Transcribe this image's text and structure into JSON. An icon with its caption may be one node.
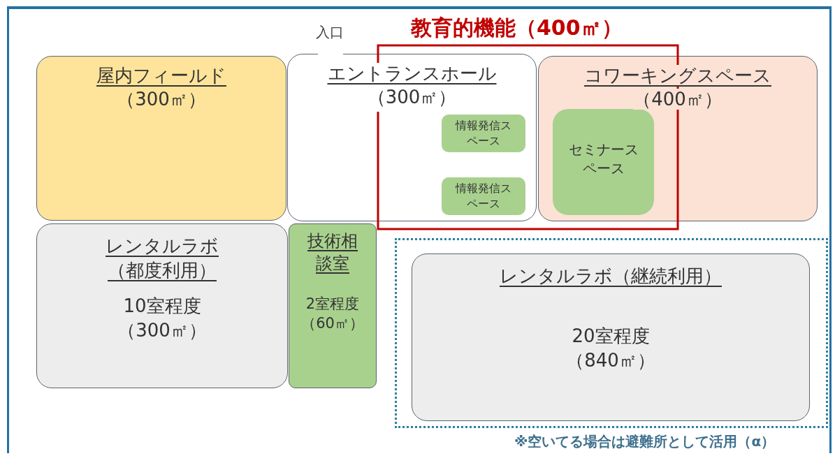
{
  "diagram": {
    "nodes": [
      {
        "text": [
          "屋内フィールド",
          "（300㎡）"
        ]
      },
      {
        "text": [
          "エントランスホール",
          "（300㎡）"
        ]
      },
      {
        "text": [
          "情報発信スペース"
        ],
        "in": 1
      },
      {
        "text": [
          "情報発信スペース"
        ],
        "in": 1
      },
      {
        "text": [
          "コワーキングスペース",
          "（400㎡）"
        ]
      },
      {
        "text": [
          "セミナースペース"
        ],
        "in": 4
      },
      {
        "text": [
          "レンタルラボ（都度利用）",
          "10室程度（300㎡）"
        ]
      },
      {
        "text": [
          "技術相談室",
          "2室程度（60㎡）"
        ]
      },
      {
        "text": [
          "レンタルラボ（継続利用）",
          "20室程度（840㎡）"
        ]
      }
    ],
    "edges": [],
    "labels": [
      "入口",
      "教育的機能（400㎡）",
      "※空いてる場合は避難所として活用（α）"
    ]
  }
}
